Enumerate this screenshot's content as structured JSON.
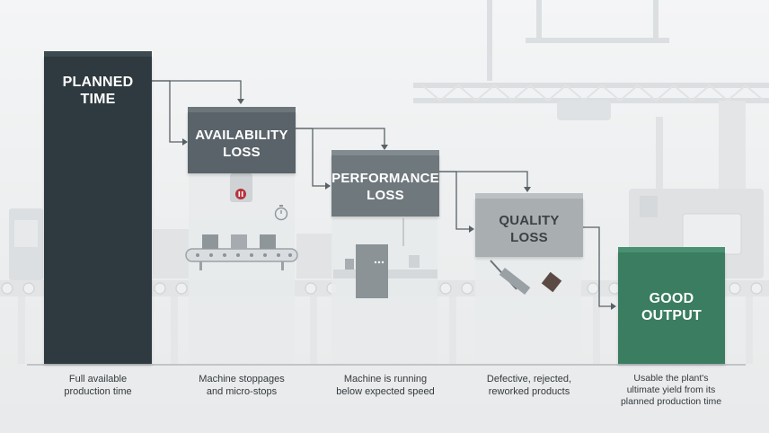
{
  "stages": [
    {
      "id": "planned",
      "title": "PLANNED\nTIME",
      "description": "Full available\nproduction time",
      "color": "#2e3a3f"
    },
    {
      "id": "availability",
      "title": "AVAILABILITY\nLOSS",
      "description": "Machine stoppages\nand micro-stops",
      "color": "#596369"
    },
    {
      "id": "performance",
      "title": "PERFORMANCE\nLOSS",
      "description": "Machine is running\nbelow expected speed",
      "color": "#6f787d"
    },
    {
      "id": "quality",
      "title": "QUALITY\nLOSS",
      "description": "Defective, rejected,\nreworked products",
      "color": "#a9aeb1"
    },
    {
      "id": "good",
      "title": "GOOD\nOUTPUT",
      "description": "Usable the plant's\nultimate yield from its\nplanned production time",
      "color": "#3a7d60"
    }
  ],
  "icons": {
    "stop": "stop-button-icon",
    "timer": "stopwatch-icon",
    "defect": "defective-item-icon"
  }
}
